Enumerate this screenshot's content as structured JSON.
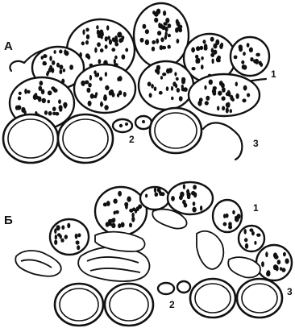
{
  "figure": {
    "panel_a": {
      "label": "А",
      "labels": {
        "n1": "1",
        "n2": "2",
        "n3": "3"
      }
    },
    "panel_b": {
      "label": "Б",
      "labels": {
        "n1": "1",
        "n2": "2",
        "n3": "3"
      }
    }
  }
}
